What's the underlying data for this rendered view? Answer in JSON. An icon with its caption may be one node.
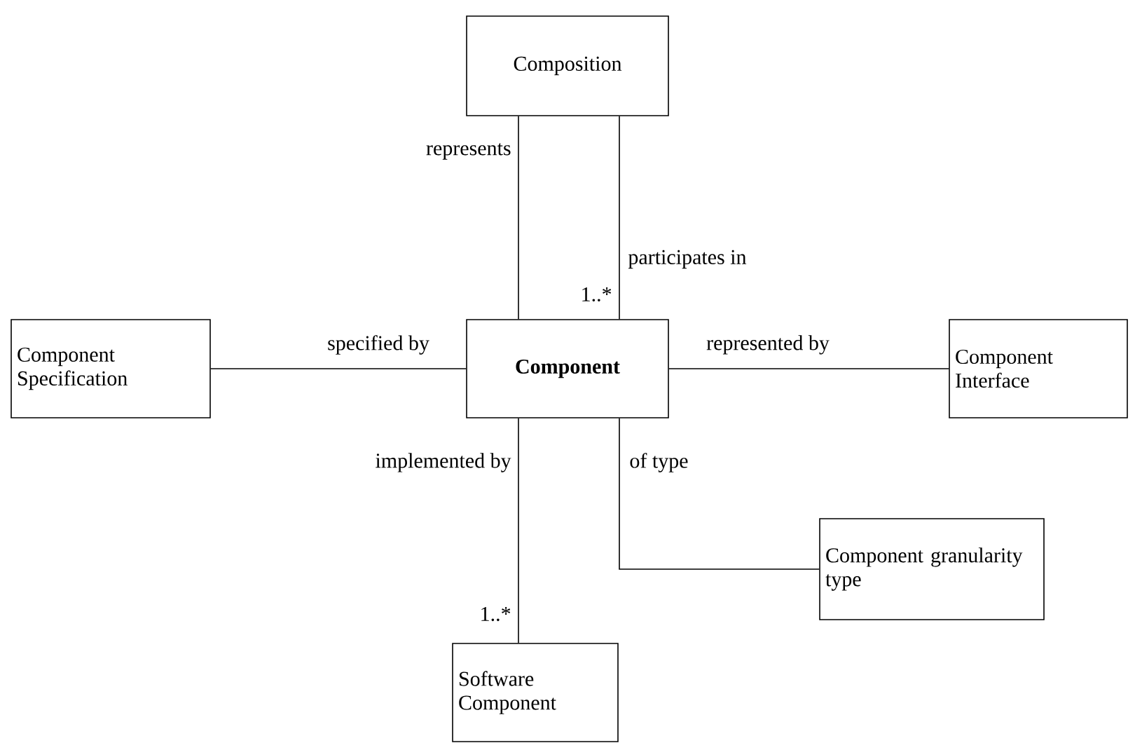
{
  "diagram": {
    "nodes": [
      {
        "text": [
          "Composition"
        ]
      },
      {
        "text": [
          "Component Specification"
        ]
      },
      {
        "text": [
          "Component"
        ]
      },
      {
        "text": [
          "Component Interface"
        ]
      },
      {
        "text": [
          "Component granularity type"
        ]
      },
      {
        "text": [
          "Software Component"
        ]
      }
    ],
    "edges": [
      {
        "from": 0,
        "to": 2,
        "arrow": "none",
        "label": "represents"
      },
      {
        "from": 2,
        "to": 0,
        "arrow": "none",
        "label": "participates in"
      },
      {
        "from": 1,
        "to": 2,
        "arrow": "none",
        "label": "specified by"
      },
      {
        "from": 2,
        "to": 3,
        "arrow": "none",
        "label": "represented by"
      },
      {
        "from": 2,
        "to": 4,
        "arrow": "none",
        "label": "of type"
      },
      {
        "from": 2,
        "to": 5,
        "arrow": "none",
        "label": "implemented by"
      }
    ],
    "labels": [
      "1..*",
      "1..*"
    ]
  }
}
